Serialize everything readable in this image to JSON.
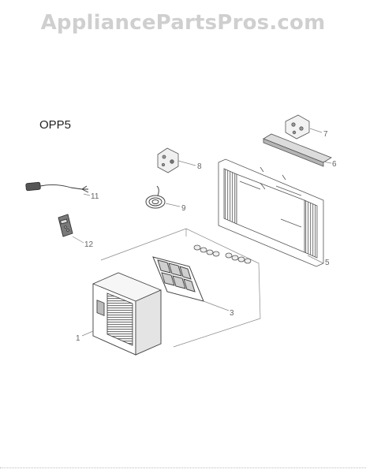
{
  "header": {
    "watermark": "AppliancePartsPros.com"
  },
  "model_label": "OPP5",
  "callouts": [
    {
      "id": "c1",
      "text": "1"
    },
    {
      "id": "c3",
      "text": "3"
    },
    {
      "id": "c5",
      "text": "5"
    },
    {
      "id": "c6",
      "text": "6"
    },
    {
      "id": "c7",
      "text": "7"
    },
    {
      "id": "c8",
      "text": "8"
    },
    {
      "id": "c9",
      "text": "9"
    },
    {
      "id": "c11",
      "text": "11"
    },
    {
      "id": "c12",
      "text": "12"
    }
  ]
}
